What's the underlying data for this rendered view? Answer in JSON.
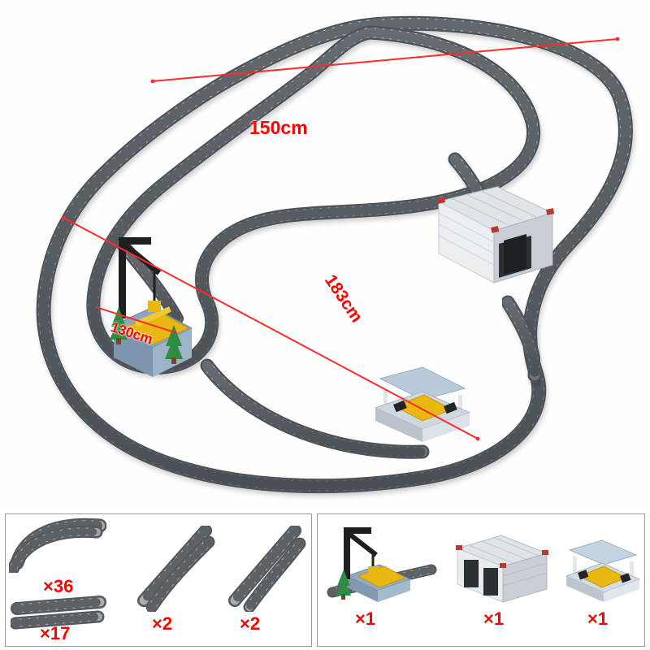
{
  "photo": {
    "alt_name": "lego-train-track-layout-photo",
    "measurements": [
      {
        "id": "width",
        "label": "150cm",
        "color": "#ff0000"
      },
      {
        "id": "diagonal",
        "label": "183cm",
        "color": "#ff0000"
      },
      {
        "id": "inner",
        "label": "130cm",
        "color": "#ff0000"
      }
    ]
  },
  "parts_panels": {
    "left": {
      "name": "track-parts-panel",
      "items": [
        {
          "id": "curved-track",
          "qty": "×36",
          "icon": "curved-rail-icon"
        },
        {
          "id": "straight-track",
          "qty": "×17",
          "icon": "straight-rail-icon"
        },
        {
          "id": "left-switch-track",
          "qty": "×2",
          "icon": "switch-rail-left-icon"
        },
        {
          "id": "right-switch-track",
          "qty": "×2",
          "icon": "switch-rail-right-icon"
        }
      ]
    },
    "right": {
      "name": "accessory-parts-panel",
      "items": [
        {
          "id": "crane-platform",
          "qty": "×1",
          "icon": "crane-platform-icon"
        },
        {
          "id": "engine-shed",
          "qty": "×1",
          "icon": "engine-shed-icon"
        },
        {
          "id": "station-platform",
          "qty": "×1",
          "icon": "station-platform-icon"
        }
      ]
    }
  },
  "colors": {
    "rail_dark": "#5d6166",
    "rail_mid": "#888d92",
    "rail_light": "#b9bec3",
    "sleeper": "#767b80",
    "measure_red": "#ff0000",
    "panel_border": "#9a9a9a",
    "background": "#ffffff",
    "shed_white": "#e9edf0",
    "shed_gray": "#9ba3a9",
    "platform_blue": "#9fb6c9",
    "yellow": "#f0c419",
    "green": "#2e8b3f",
    "black": "#1b1b1b"
  }
}
